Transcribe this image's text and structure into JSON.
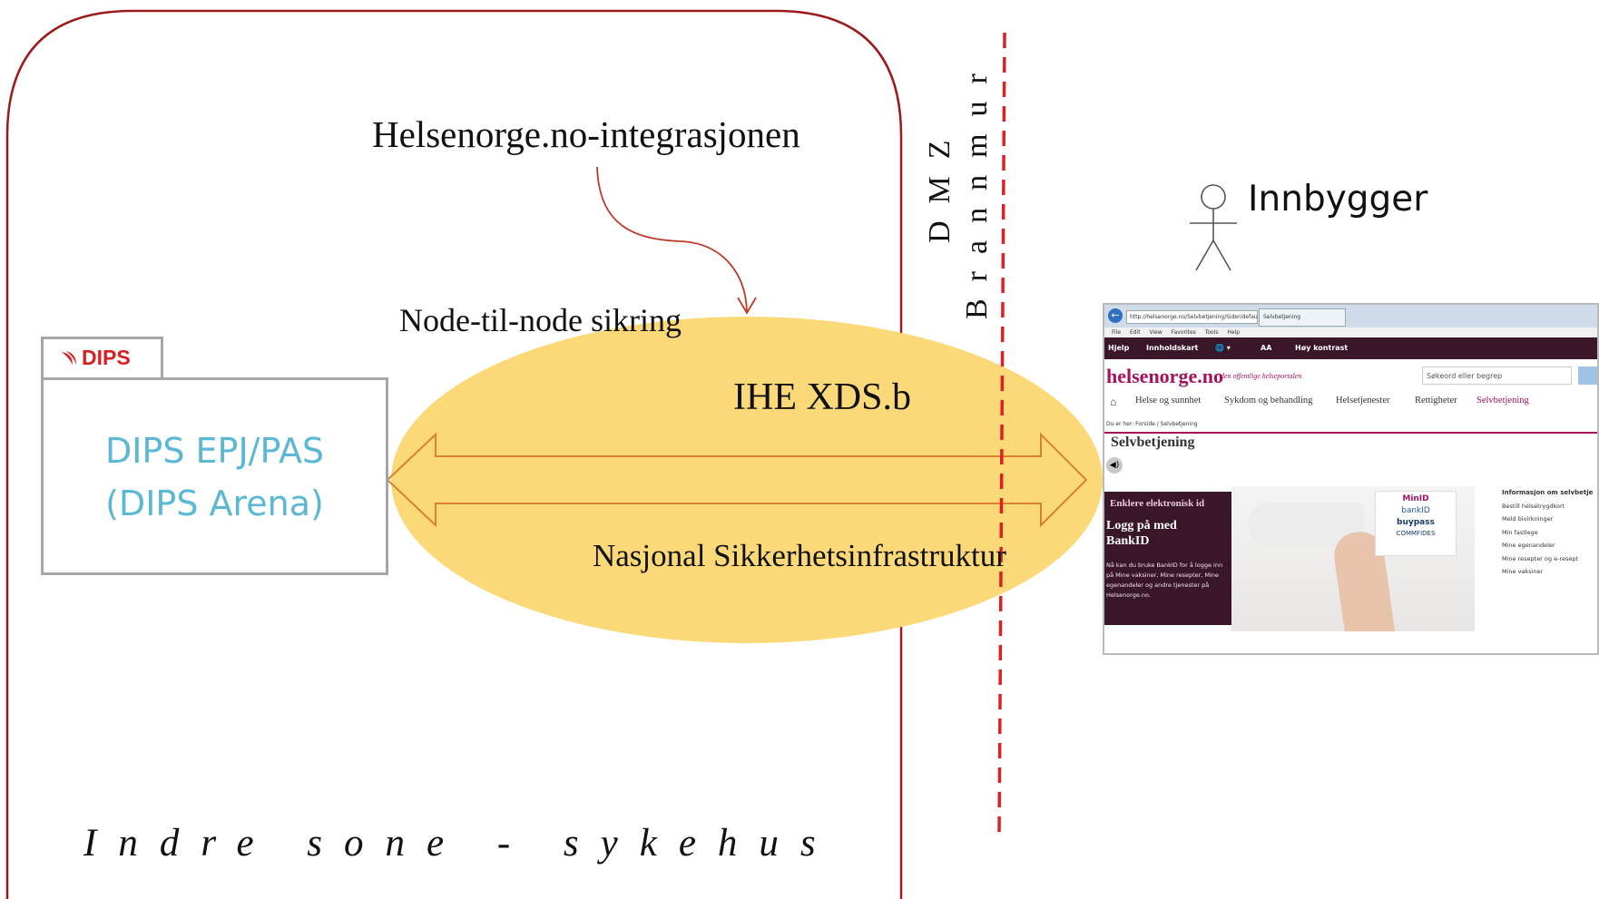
{
  "diagram": {
    "integration_label": "Helsenorge.no-integrasjonen",
    "node_security_label": "Node-til-node sikring",
    "protocol_label": "IHE XDS.b",
    "infrastructure_label": "Nasjonal Sikkerhetsinfrastruktur",
    "dmz_label": "DMZ",
    "firewall_label": "Brannmur",
    "actor_label": "Innbygger",
    "zone_label": "Indre sone - sykehus",
    "colors": {
      "zone_border": "#9b1b1b",
      "ellipse_fill": "#fcd978",
      "arrow_stroke": "#d9822b",
      "firewall_line": "#e02020",
      "dips_text": "#5bb8d4",
      "dips_border": "#a6a6a6"
    }
  },
  "dips": {
    "logo_text": "DIPS",
    "line1": "DIPS EPJ/PAS",
    "line2": "(DIPS Arena)"
  },
  "browser": {
    "url": "http://helsenorge.no/Selvbetjening/Sider/default.a",
    "tab_title": "Selvbetjening",
    "menu": [
      "File",
      "Edit",
      "View",
      "Favorites",
      "Tools",
      "Help"
    ],
    "topbar": [
      "Hjelp",
      "Innholdskart",
      "Høy kontrast"
    ],
    "logo": "helsenorge.no",
    "tagline": "den offentlige helseportalen",
    "search_placeholder": "Søkeord eller begrep",
    "nav": [
      "Helse og sunnhet",
      "Sykdom og behandling",
      "Helsetjenester",
      "Rettigheter",
      "Selvbetjening"
    ],
    "breadcrumb": "Du er her: Forside / Selvbetjening",
    "heading": "Selvbetjening",
    "promo_subtitle": "Enklere elektronisk id",
    "promo_title_1": "Logg på med",
    "promo_title_2": "BankID",
    "promo_body": "Nå kan du bruke BankID for å logge inn på Mine vaksiner, Mine resepter, Mine egenandeler og andre tjenester på Helsenorge.no.",
    "id_providers": [
      "MinID",
      "bankID",
      "buypass",
      "COMMFIDES"
    ],
    "sidebar_heading": "Informasjon om selvbetje",
    "sidebar_links": [
      "Bestill helsetrygdkort",
      "Meld bivirkninger",
      "Min fastlege",
      "Mine egenandeler",
      "Mine resepter og e-resept",
      "Mine vaksiner"
    ]
  }
}
